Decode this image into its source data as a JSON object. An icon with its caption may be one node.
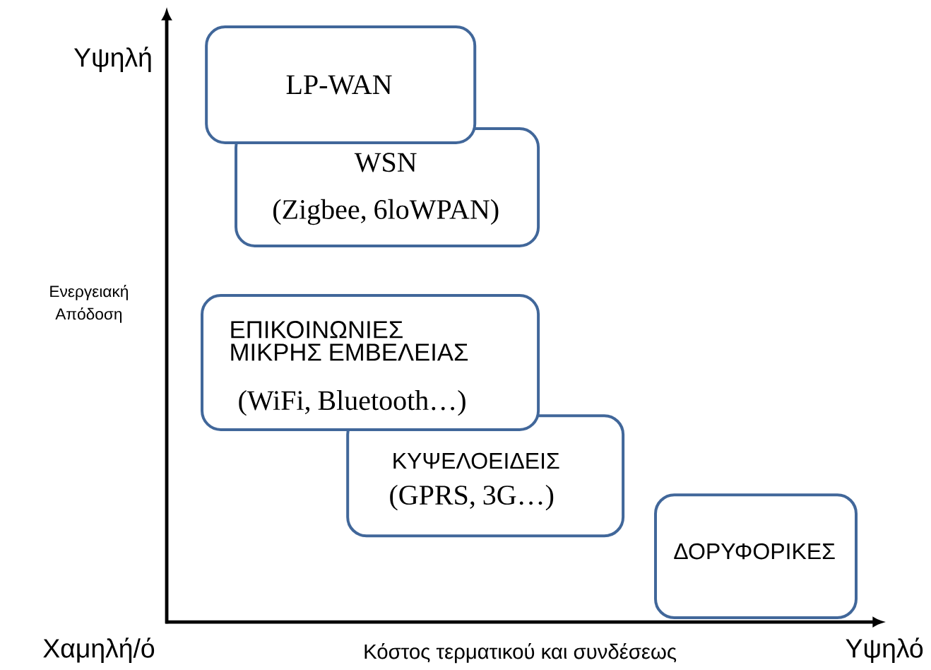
{
  "diagram": {
    "nodes": [
      {
        "text": [
          "LP-WAN"
        ]
      },
      {
        "text": [
          "WSN",
          "(Zigbee, 6loWPAN)"
        ]
      },
      {
        "text": [
          "ΕΠΙΚΟΙΝΩΝΙΕΣ ΜΙΚΡΗΣ ΕΜΒΕΛΕΙΑΣ",
          "(WiFi, Bluetooth…)"
        ]
      },
      {
        "text": [
          "ΚΥΨΕΛΟΕΙΔΕΙΣ",
          "(GPRS, 3G…)"
        ]
      },
      {
        "text": [
          "ΔΟΡΥΦΟΡΙΚΕΣ"
        ]
      }
    ],
    "edges": [],
    "labels": [
      "Υψηλή",
      "Ενεργειακή Απόδοση",
      "Χαμηλή/ό",
      "Κόστος τερματικού και συνδέσεως",
      "Υψηλό"
    ]
  }
}
